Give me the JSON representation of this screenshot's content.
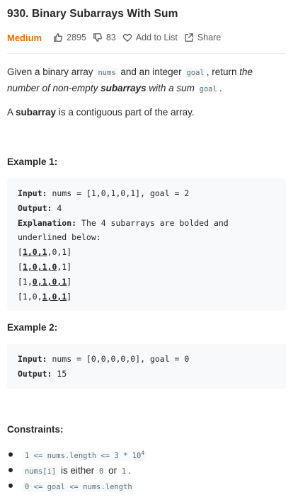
{
  "problem": {
    "title": "930. Binary Subarrays With Sum",
    "difficulty": "Medium",
    "likes": "2895",
    "dislikes": "83",
    "add_to_list": "Add to List",
    "share": "Share",
    "difficulty_color": "#ef6c00"
  },
  "description": {
    "p1_a": "Given a binary array ",
    "p1_code1": "nums",
    "p1_b": " and an integer ",
    "p1_code2": "goal",
    "p1_c": ", return ",
    "p1_em1": "the number of non-empty ",
    "p1_bold": "subarrays",
    "p1_em2": " with a sum ",
    "p1_code3": "goal",
    "p1_d": ".",
    "p2_a": "A ",
    "p2_bold": "subarray",
    "p2_b": " is a contiguous part of the array."
  },
  "example1": {
    "heading": "Example 1:",
    "input_label": "Input:",
    "input_value": " nums = [1,0,1,0,1], goal = 2",
    "output_label": "Output:",
    "output_value": " 4",
    "explanation_label": "Explanation:",
    "explanation_value": " The 4 subarrays are bolded and",
    "explanation_value2": "underlined below:",
    "rows": [
      {
        "pre": "[",
        "u": "1,0,1",
        "post": ",0,1]"
      },
      {
        "pre": "[",
        "u": "1,0,1,0",
        "post": ",1]"
      },
      {
        "pre": "[1,",
        "u": "0,1,0,1",
        "post": "]"
      },
      {
        "pre": "[1,0,",
        "u": "1,0,1",
        "post": "]"
      }
    ]
  },
  "example2": {
    "heading": "Example 2:",
    "input_label": "Input:",
    "input_value": " nums = [0,0,0,0,0], goal = 0",
    "output_label": "Output:",
    "output_value": " 15"
  },
  "constraints": {
    "heading": "Constraints:",
    "c1_code": "1 <= nums.length <= 3 * 10",
    "c1_sup": "4",
    "c2_code1": "nums[i]",
    "c2_text1": " is either ",
    "c2_code2": "0",
    "c2_text2": " or ",
    "c2_code3": "1",
    "c2_text3": ".",
    "c3_code": "0 <= goal <= nums.length"
  }
}
